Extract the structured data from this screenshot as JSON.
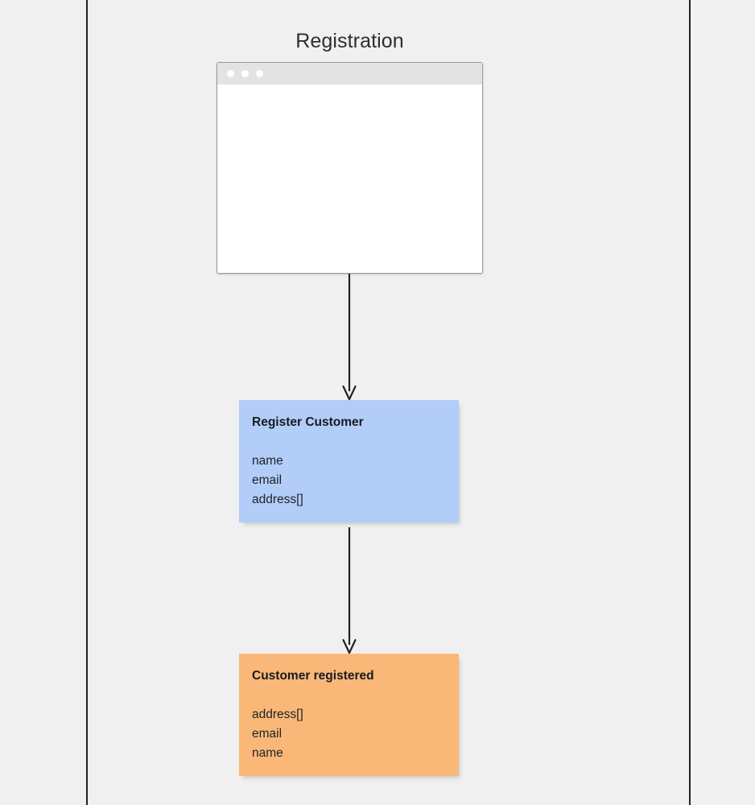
{
  "diagram": {
    "title": "Registration",
    "background_color": "#f0f0f0",
    "lane_line_color": "#202225"
  },
  "browser_mockup": {
    "name": "registration-ui-screen",
    "dots": [
      "window-dot-1",
      "window-dot-2",
      "window-dot-3"
    ],
    "titlebar_color": "#e3e3e3",
    "viewport_color": "#ffffff"
  },
  "flow": {
    "arrows": [
      {
        "name": "arrow-ui-to-command",
        "from": "registration-ui-screen",
        "to": "register-customer-command"
      },
      {
        "name": "arrow-command-to-event",
        "from": "register-customer-command",
        "to": "customer-registered-event"
      }
    ]
  },
  "cards": [
    {
      "id": "register-customer-command",
      "kind": "command",
      "title": "Register Customer",
      "color": "#b2cdf7",
      "fields": [
        "name",
        "email",
        "address[]"
      ]
    },
    {
      "id": "customer-registered-event",
      "kind": "event",
      "title": "Customer registered",
      "color": "#fab878",
      "fields": [
        "address[]",
        "email",
        "name"
      ]
    }
  ]
}
